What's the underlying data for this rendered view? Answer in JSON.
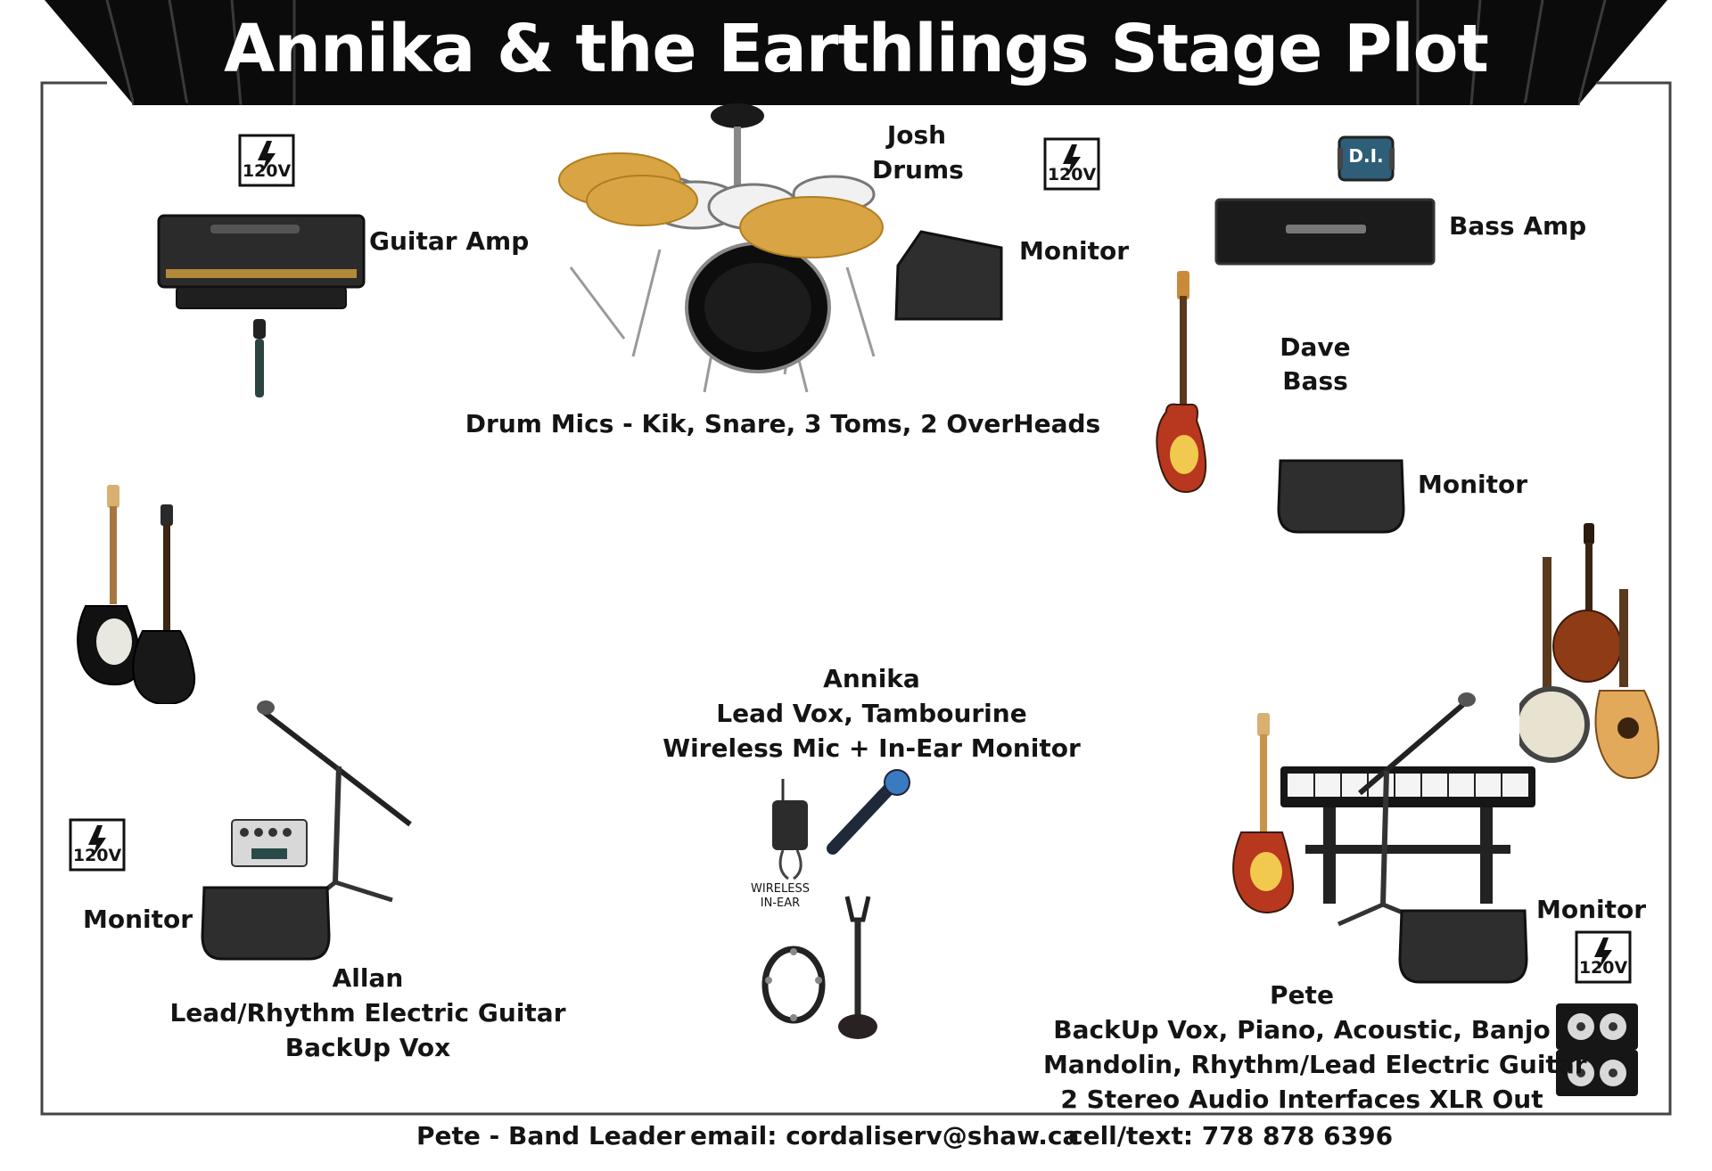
{
  "title": "Annika & the Earthlings Stage Plot",
  "colors": {
    "curtain": "#0b0b0b",
    "border": "#444444",
    "text": "#141414",
    "cymbal": "#d9a544",
    "sunburst": "#c0392b"
  },
  "power_label": "120V",
  "di_label": "D.I.",
  "wireless_label": [
    "WIRELESS",
    "IN-EAR"
  ],
  "drums": {
    "name": "Josh",
    "role": "Drums",
    "mics": "Drum Mics - Kik, Snare, 3 Toms, 2 OverHeads",
    "monitor": "Monitor"
  },
  "guitar_amp": "Guitar Amp",
  "bass": {
    "amp": "Bass Amp",
    "name": "Dave",
    "role": "Bass",
    "monitor": "Monitor"
  },
  "allan": {
    "monitor": "Monitor",
    "name": "Allan",
    "role": "Lead/Rhythm Electric Guitar",
    "role2": "BackUp Vox"
  },
  "annika": {
    "name": "Annika",
    "role": "Lead Vox, Tambourine",
    "role2": "Wireless Mic + In-Ear Monitor"
  },
  "pete": {
    "monitor": "Monitor",
    "name": "Pete",
    "role": "BackUp Vox, Piano, Acoustic, Banjo",
    "role2": "Mandolin, Rhythm/Lead Electric Guitar",
    "role3": "2 Stereo Audio Interfaces XLR Out"
  },
  "footer": {
    "leader": "Pete - Band Leader",
    "email": "email: cordaliserv@shaw.ca",
    "phone": "cell/text: 778 878 6396"
  }
}
